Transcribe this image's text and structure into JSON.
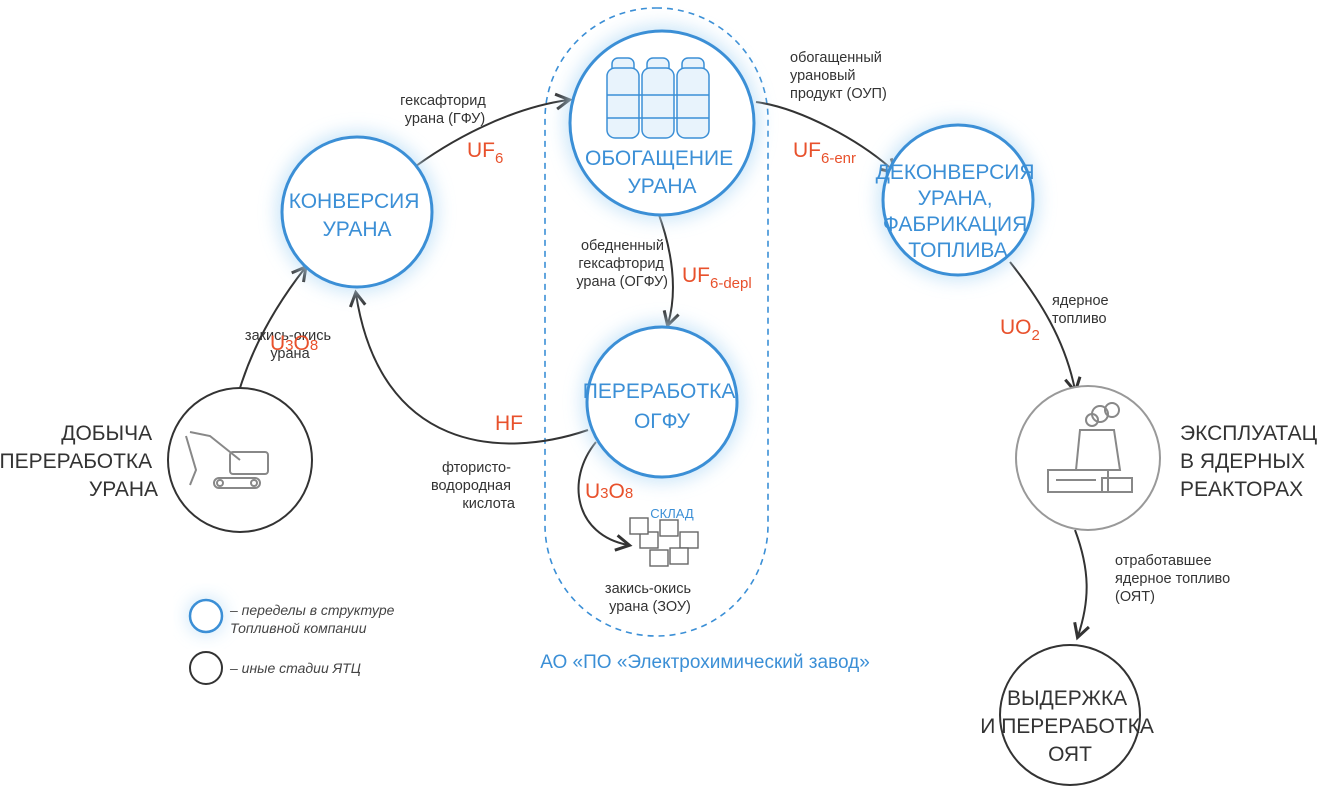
{
  "nodes": {
    "mining": {
      "lines": [
        "ДОБЫЧА",
        "И ПЕРЕРАБОТКА",
        "УРАНА"
      ]
    },
    "conversion": {
      "lines": [
        "КОНВЕРСИЯ",
        "УРАНА"
      ]
    },
    "enrichment": {
      "lines": [
        "ОБОГАЩЕНИЕ",
        "УРАНА"
      ]
    },
    "deconversion": {
      "lines": [
        "ДЕКОНВЕРСИЯ",
        "УРАНА,",
        "ФАБРИКАЦИЯ",
        "ТОПЛИВА"
      ]
    },
    "depleted_processing": {
      "lines": [
        "ПЕРЕРАБОТКА",
        "ОГФУ"
      ]
    },
    "reactors": {
      "lines": [
        "ЭКСПЛУАТАЦИЯ",
        "В ЯДЕРНЫХ",
        "РЕАКТОРАХ"
      ]
    },
    "storage_reprocessing": {
      "lines": [
        "ВЫДЕРЖКА",
        "И ПЕРЕРАБОТКА",
        "ОЯТ"
      ]
    }
  },
  "edges": {
    "mining_to_conversion": {
      "lines": [
        "закись-окись",
        "урана"
      ],
      "formula": "U",
      "sub1": "3",
      "mid": "O",
      "sub2": "8"
    },
    "conversion_to_enrichment": {
      "lines": [
        "гексафторид",
        "урана (ГФУ)"
      ],
      "formula": "UF",
      "sub": "6"
    },
    "enrichment_to_deconversion": {
      "lines": [
        "обогащенный",
        "урановый",
        "продукт (ОУП)"
      ],
      "formula": "UF",
      "sub": "6-enr"
    },
    "enrichment_to_depleted": {
      "lines": [
        "обедненный",
        "гексафторид",
        "урана (ОГФУ)"
      ],
      "formula": "UF",
      "sub": "6-depl"
    },
    "depleted_to_conversion": {
      "lines": [
        "фтористо-",
        "водородная",
        "кислота"
      ],
      "formula": "HF"
    },
    "depleted_to_storage": {
      "formula": "U",
      "sub1": "3",
      "mid": "O",
      "sub2": "8",
      "lines": [
        "закись-окись",
        "урана (ЗОУ)"
      ]
    },
    "deconversion_to_reactors": {
      "lines": [
        "ядерное",
        "топливо"
      ],
      "formula": "UO",
      "sub": "2"
    },
    "reactors_to_storage": {
      "lines": [
        "отработавшее",
        "ядерное топливо",
        "(ОЯТ)"
      ]
    }
  },
  "storage_label": "СКЛАД",
  "plant_label": "АО «ПО «Электрохимический завод»",
  "legend": {
    "company": [
      "– переделы в структуре",
      "Топливной компании"
    ],
    "other": "– иные стадии ЯТЦ"
  },
  "colors": {
    "accent": "#3b8fd6",
    "formula": "#e8512c",
    "dark": "#333333",
    "glow": "#bfe0f7"
  }
}
